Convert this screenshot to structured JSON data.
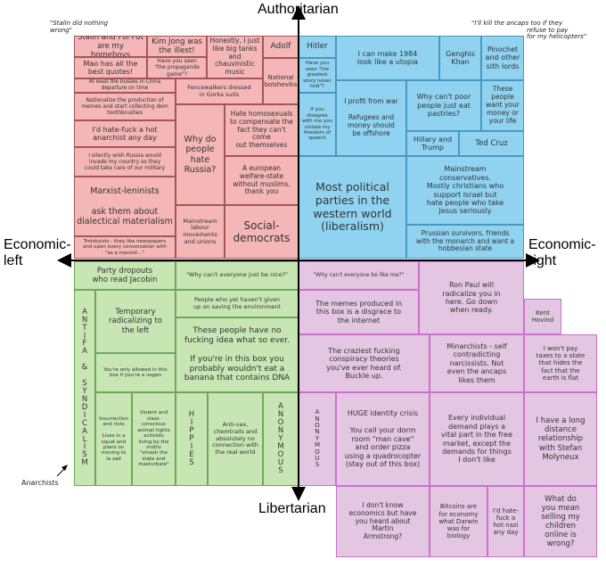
{
  "axes": {
    "top": "Authoritarian",
    "bottom": "Libertarian",
    "left": "Economic-\nleft",
    "right": "Economic-\nright"
  },
  "annotations": {
    "top_left_quote": "\"Stalin did nothing\nwrong\"",
    "top_right_quote": "\"I'll kill the ancaps too if they\n         refuse to pay\n         for my helicopters\"",
    "anarchists": "Anarchists"
  },
  "colors": {
    "auth_left": "#f4b6b6",
    "auth_right": "#8fd3f1",
    "lib_left": "#c8e6b4",
    "lib_right": "#e3c6e1"
  },
  "quadrants": {
    "auth_left": [
      "Stalin and Pol Pot\nare my homeboys",
      "Kim Jong was\nthe illest!",
      "Have you seen\n\"the propaganda\ngame\"?",
      "Mao has all the\nbest quotes!",
      "Honestly, I just\nlike big tanks\nand chauvinistic\nmusic",
      "Adolf",
      "National\nbolsheviks",
      "At least the busses in China\ndeparture on time",
      "Fencewalkers dressed\nin Gorka suits",
      "Nationalize the production of\nmemes and start collecting dem\ntoothbrushes",
      "I'd hate-fuck a hot\nanarchist any day",
      "I silently wish Russia would\ninvade my country so they\ncould take care of our military",
      "Marxist-leninists\n\nask them about\ndialectical materialism",
      "Trotskyists - they like newspapers\nand open every conversation with\n\"as a marxist...\"",
      "Why do\npeople\nhate\nRussia?",
      "Hate homosexuals\nto compensate the\nfact they can't come\nout themselves",
      "A european\nwelfare-state\nwithout muslims,\nthank you",
      "Mainstream\nlabour\nmovements\nand unions",
      "Social-\ndemocrats"
    ],
    "auth_right": [
      "Hitler",
      "Have you\nseen \"the\ngreatest\nstory never\ntold\"?",
      "If you\ndisagree\nwith me you\nviolate my\nfreedom of\nspeech",
      "I can make 1984\nlook like a utopia",
      "Genghis\nKhan",
      "Pinochet\nand other\nsith lords",
      "I profit from war\n\nRefugees and\nmoney should\nbe offshore",
      "Why can't poor\npeople just eat\npastries?",
      "These\npeople\nwant your\nmoney or\nyour life",
      "Hillary and\nTrump",
      "Ted Cruz",
      "Most political\nparties in the\nwestern world\n(liberalism)",
      "Mainstream\nconservatives.\nMostly christians who\nsupport Israel but\nhate people who take\nJesus seriously",
      "Prussian survivors, friends\nwith the monarch and want a\nhobbesian state"
    ],
    "lib_left": [
      "Party dropouts\nwho read Jacobin",
      "\"Why can't everyone just be nice?\"",
      "A\nN\nT\nI\nF\nA\n\n&\n\nS\nY\nN\nD\nI\nC\nA\nL\nI\nS\nM",
      "Temporary\nradicalizing to\nthe left",
      "You're only allowed in this\nbox if you're a vegan",
      "People who yet haven't given\nup on saving the environment",
      "These people have no\nfucking idea what so ever.\n\nIf you're in this box you\nprobably wouldn't eat a\nbanana that contains DNA",
      "Insurrection\nand riots\n\nLives in a\nsquat and\nplans on\nmoving to\nla zad",
      "Violent and\nclass-\nconscious\nanimal rights\nactivists\nliving by the\nmotto\n\"smash the\nstate and\nmasturbate\"",
      "H\nI\nP\nP\nI\nE\nS",
      "Anti-vax,\nchemtrails and\nabsolutely no\nconnection with\nthe real world",
      "A\nN\nO\nN\nY\nM\nO\nU\nS"
    ],
    "lib_right": [
      "\"Why can't everyone be like me?\"",
      "The memes produced in\nthis box is a disgrace to\nthe internet",
      "Ron Paul will\nradicalize you in\nhere. Go down\nwhen ready.",
      "Kent\nHovind",
      "The craziest fucking\nconspiracy theories\nyou've ever heard of.\nBuckle up.",
      "Minarchists - self\ncontradicting\nnarcissists. Not\neven the ancaps\nlikes them",
      "I won't pay\ntaxes to a state\nthat hides the\nfact that the\nearth is flat",
      "A\nN\nO\nN\nY\nM\nO\nU\nS",
      "HUGE identity crisis\n\nYou call your dorm\nroom \"man cave\"\nand order pizza\nusing a quadrocopter\n(stay out of this box)",
      "Every individual\ndemand plays a\nvital part in the free\nmarket, except the\ndemands for things\nI don't like",
      "I have a long\ndistance\nrelationship\nwith Stefan\nMolyneux",
      "I don't know\neconomics but have\nyou heard about\nMartin\nArmstrong?",
      "Bitcoins are\nfor economy\nwhat Darwin\nwas for\nbiology",
      "I'd hate-\nfuck a\nhot nazi\nany day",
      "What do\nyou mean\nselling my\nchildren\nonline is\nwrong?"
    ]
  }
}
